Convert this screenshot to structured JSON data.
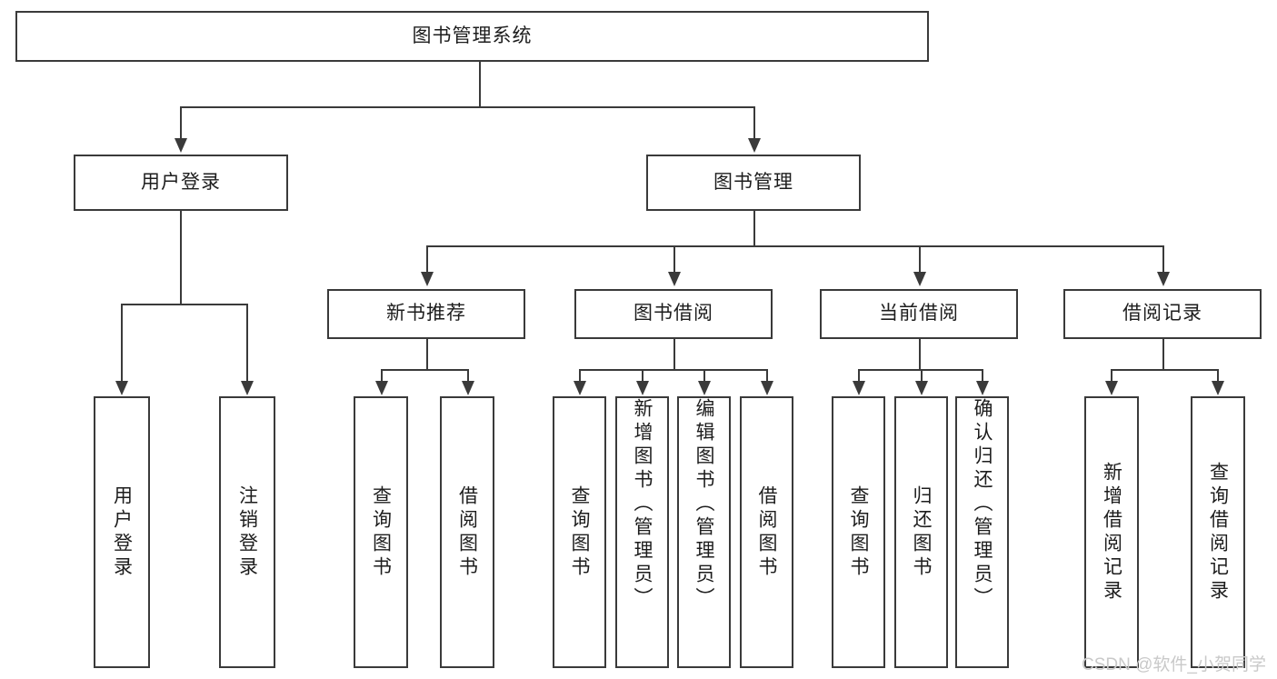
{
  "diagram": {
    "type": "hierarchy-tree",
    "title": "图书管理系统",
    "root": {
      "label": "图书管理系统"
    },
    "level2": [
      {
        "label": "用户登录"
      },
      {
        "label": "图书管理"
      }
    ],
    "level3": [
      {
        "label": "新书推荐",
        "parent": "图书管理"
      },
      {
        "label": "图书借阅",
        "parent": "图书管理"
      },
      {
        "label": "当前借阅",
        "parent": "图书管理"
      },
      {
        "label": "借阅记录",
        "parent": "图书管理"
      }
    ],
    "leaves": {
      "user_login": [
        {
          "label": "用户登录"
        },
        {
          "label": "注销登录"
        }
      ],
      "new_book_recommend": [
        {
          "label": "查询图书"
        },
        {
          "label": "借阅图书"
        }
      ],
      "book_borrow": [
        {
          "label": "查询图书"
        },
        {
          "label": "新增图书（管理员）"
        },
        {
          "label": "编辑图书（管理员）"
        },
        {
          "label": "借阅图书"
        }
      ],
      "current_borrow": [
        {
          "label": "查询图书"
        },
        {
          "label": "归还图书"
        },
        {
          "label": "确认归还（管理员）"
        }
      ],
      "borrow_record": [
        {
          "label": "新增借阅记录"
        },
        {
          "label": "查询借阅记录"
        }
      ]
    }
  },
  "watermark": {
    "text": "CSDN @软件_小贺同学"
  },
  "colors": {
    "stroke": "#3a3a3a",
    "text": "#1d1d1d",
    "background": "#ffffff",
    "watermark": "#c9c9c9"
  }
}
